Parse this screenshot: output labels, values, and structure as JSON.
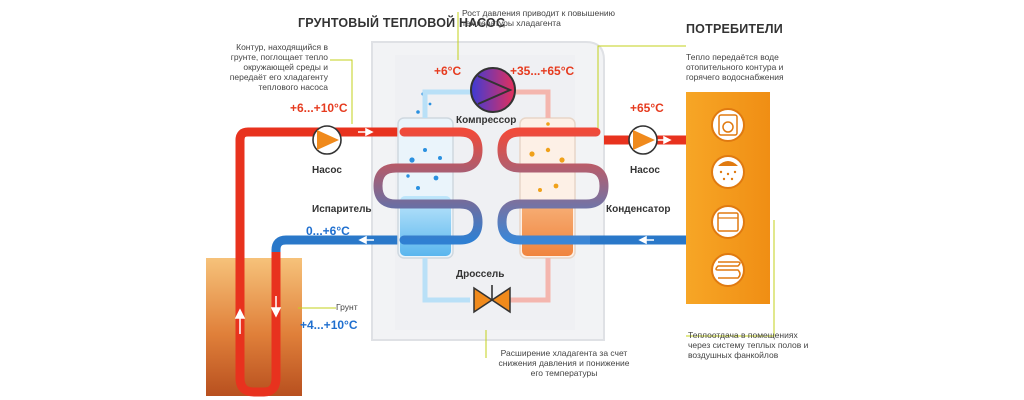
{
  "title": "ГРУНТОВЫЙ ТЕПЛОВОЙ НАСОС",
  "consumers_title": "ПОТРЕБИТЕЛИ",
  "notes": {
    "ground_loop": "Контур, находящийся в грунте, поглощает тепло окружающей среды и передаёт его хладагенту теплового насоса",
    "compressor": "Рост давления приводит к повышению температуры хладагента",
    "consumers": "Тепло передаётся воде отопительного контура и горячего водоснабжения",
    "throttle": "Расширение хладагента за счет снижения давления и понижение его температуры",
    "heat_transfer": "Теплоотдача в помещениях через систему теплых полов и воздушных фанкойлов"
  },
  "labels": {
    "pump_left": "Насос",
    "pump_right": "Насос",
    "compressor": "Компрессор",
    "evaporator": "Испаритель",
    "condenser": "Конденсатор",
    "throttle": "Дроссель",
    "ground": "Грунт"
  },
  "temperatures": {
    "ground_out": "+6...+10°C",
    "ground_return": "0...+6°C",
    "ground": "+4...+10°C",
    "compressor_in": "+6°C",
    "compressor_out": "+35...+65°C",
    "consumer_supply": "+65°C"
  },
  "colors": {
    "hot": "#e8321e",
    "cold": "#2a78c9",
    "orange": "#f08a1c",
    "panel_orange": "#f59e1f",
    "note_line": "#c3d11b"
  },
  "icons": [
    "washing-machine-icon",
    "shower-icon",
    "oven-icon",
    "floor-heating-icon"
  ]
}
